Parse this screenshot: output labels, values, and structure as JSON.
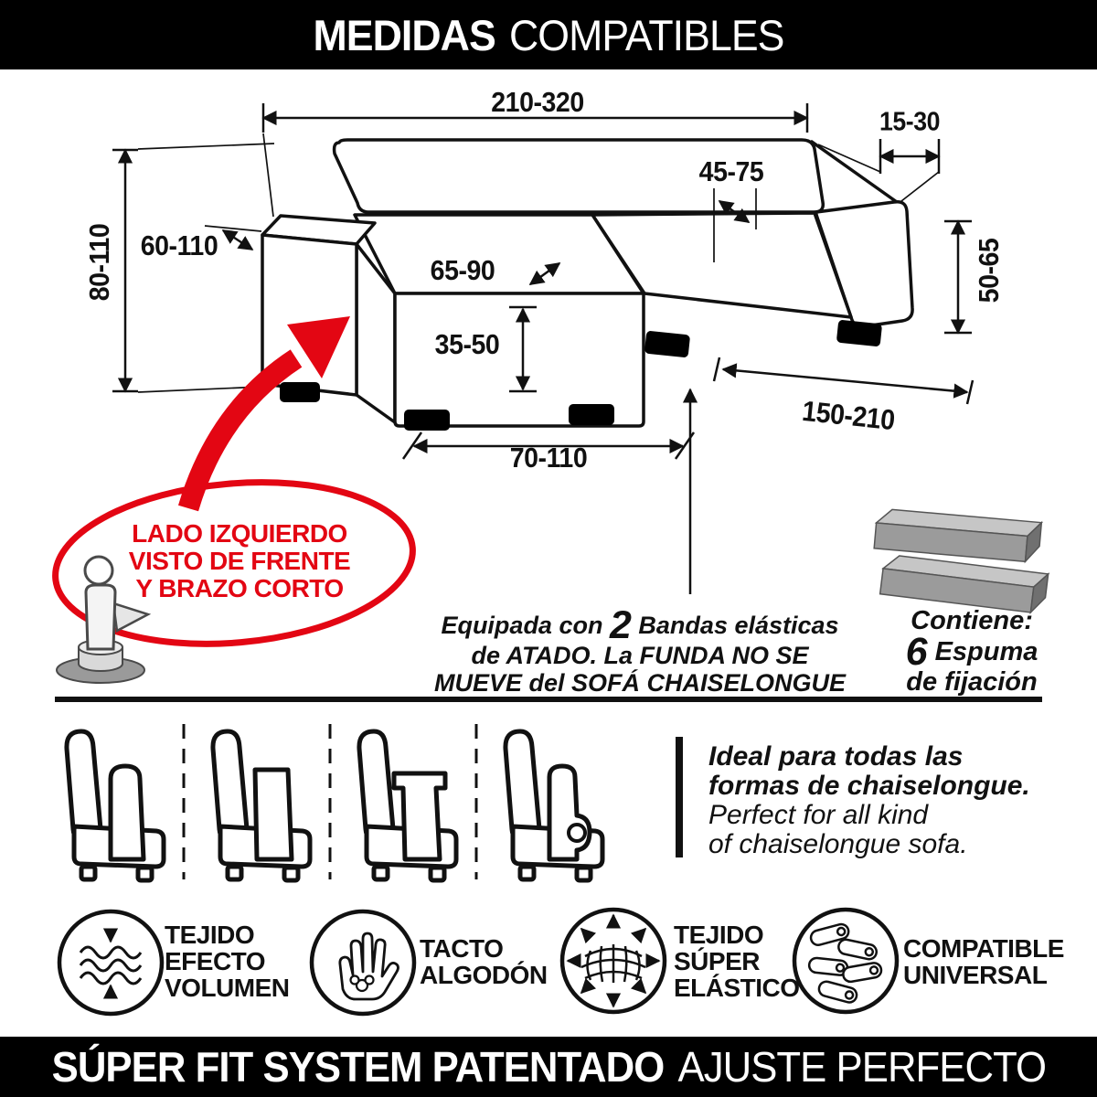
{
  "header": {
    "bold": "MEDIDAS",
    "light": "COMPATIBLES"
  },
  "footer": {
    "bold": "SÚPER FIT SYSTEM PATENTADO",
    "light": "AJUSTE PERFECTO"
  },
  "diagram": {
    "dims": {
      "total_width": "210-320",
      "backrest_depth": "15-30",
      "seat_depth": "45-75",
      "arm_width": "60-110",
      "total_height": "80-110",
      "chaise_length": "65-90",
      "chaise_front_height": "35-50",
      "seat_height": "50-65",
      "body_depth": "150-210",
      "chaise_width": "70-110"
    },
    "callout_lines": [
      "LADO IZQUIERDO",
      "VISTO DE FRENTE",
      "Y BRAZO CORTO"
    ]
  },
  "notes": {
    "elastic": {
      "pre": "Equipada con",
      "count": "2",
      "post": "Bandas elásticas",
      "line2": "de ATADO. La FUNDA NO SE",
      "line3": "MUEVE del SOFÁ CHAISELONGUE"
    },
    "contains": {
      "label": "Contiene:",
      "count": "6",
      "word1": "Espuma",
      "word2": "de fijación"
    }
  },
  "compat": {
    "line1": "Ideal para todas las",
    "line2": "formas de chaiselongue.",
    "line3": "Perfect for all kind",
    "line4": "of chaiselongue sofa."
  },
  "features": [
    {
      "icon": "volume-fabric-icon",
      "lines": [
        "TEJIDO",
        "EFECTO",
        "VOLUMEN"
      ]
    },
    {
      "icon": "cotton-touch-icon",
      "lines": [
        "TACTO",
        "ALGODÓN"
      ]
    },
    {
      "icon": "super-elastic-icon",
      "lines": [
        "TEJIDO",
        "SÚPER",
        "ELÁSTICO"
      ]
    },
    {
      "icon": "universal-compatible-icon",
      "lines": [
        "COMPATIBLE",
        "UNIVERSAL"
      ]
    }
  ],
  "colors": {
    "accent_red": "#e30613",
    "black": "#000000",
    "foam_gray": "#9a9a9a"
  }
}
